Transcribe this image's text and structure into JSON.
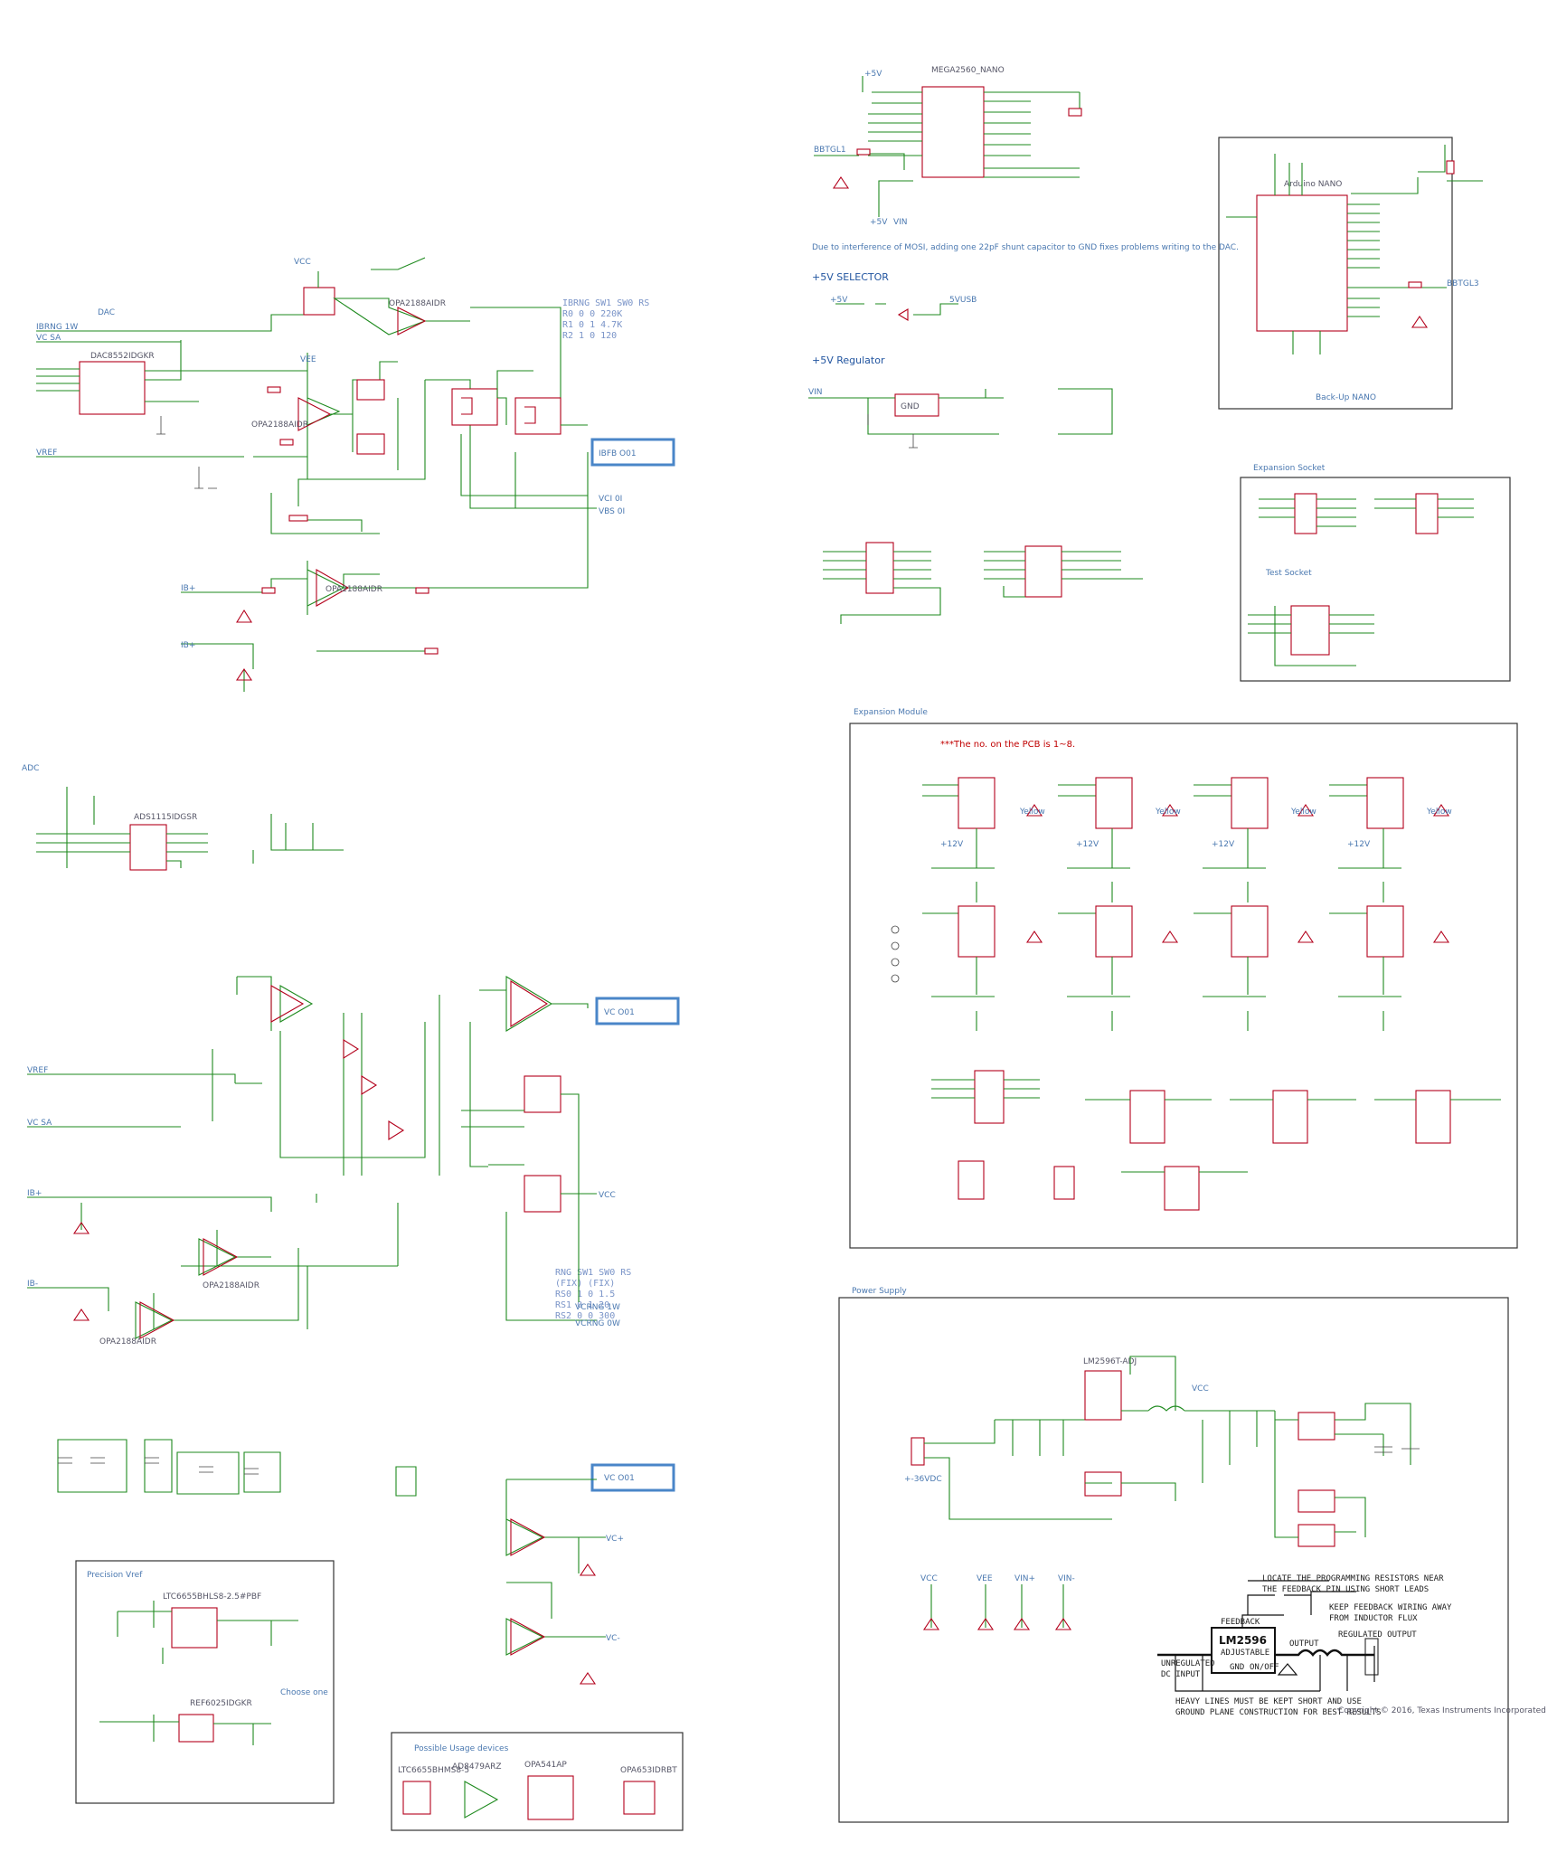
{
  "sections": {
    "dac": "DAC",
    "adc": "ADC",
    "selector": "+5V SELECTOR",
    "regulator": "+5V Regulator",
    "backup": "Back-Up NANO",
    "expansion_socket": "Expansion Socket",
    "test_socket": "Test Socket",
    "expansion_module": "Expansion Module",
    "power_supply": "Power Supply",
    "vref": "Precision Vref",
    "choose_one": "Choose one",
    "usage": "Possible Usage devices"
  },
  "notes": {
    "mosi": "Due to interference of MOSI, adding one 22pF shunt capacitor to GND fixes problems writing to the DAC.",
    "pcb": "***The no. on the PCB is 1~8.",
    "fb1": "LOCATE THE PROGRAMMING RESISTORS NEAR",
    "fb2": "THE FEEDBACK PIN USING SHORT LEADS",
    "fb3": "KEEP FEEDBACK WIRING AWAY",
    "fb4": "FROM INDUCTOR FLUX",
    "heavy1": "HEAVY LINES MUST BE KEPT SHORT AND USE",
    "heavy2": "GROUND PLANE CONSTRUCTION FOR BEST RESULTS",
    "copyright": "Copyright © 2016, Texas Instruments Incorporated",
    "unreg": "UNREGULATED",
    "dcin": "DC INPUT",
    "regout": "REGULATED OUTPUT",
    "output": "OUTPUT",
    "feedback": "FEEDBACK",
    "onoff": "ON/OFF",
    "gnd": "GND"
  },
  "chips": {
    "lm2596": "LM2596",
    "adjustable": "ADJUSTABLE"
  },
  "tables": {
    "ibrng": [
      "IBRNG  SW1 SW0   RS",
      "R0     0   0   220K",
      "R1     0   1   4.7K",
      "R2     1   0   120"
    ],
    "rng": [
      "RNG SW1 SW0  RS",
      "(FIX)       (FIX)",
      "RS0  1  0  1.5",
      "RS1  0  1  20",
      "RS2  0  0  300"
    ]
  },
  "labels": {
    "ibfb": "IBFB O01",
    "vcsw": "VC O01",
    "vc2": "VC O01",
    "supply": "+-36VDC",
    "ibrng1": "IBRNG 1W",
    "vcsa": "VC SA",
    "vref": "VREF",
    "ib_minus": "IB-",
    "ib_plus": "IB+",
    "vc_plus": "VC+",
    "vc_minus": "VC-",
    "vcrng": "VCRNG 1W",
    "vcrng0": "VCRNG 0W",
    "p5v": "+5V",
    "vcc": "VCC",
    "vee": "VEE",
    "vin": "VIN",
    "v12": "+12V",
    "v5usb": "5VUSB",
    "yellow": "Yellow",
    "arduino": "Arduino NANO",
    "mega": "MEGA2560_NANO",
    "u47": "OPA2188AIDR",
    "u57": "DAC8552IDGKR",
    "u46": "ADS1115IDGSR",
    "lm317": "LM2596T-ADJ",
    "u56": "LTC6655BHLS8-2.5#PBF",
    "u54": "REF6025IDGKR",
    "u36": "LTC6655BHMS8-5",
    "u37": "AD8479ARZ",
    "u38": "OPA541AP",
    "u39": "OPA653IDRBT"
  }
}
